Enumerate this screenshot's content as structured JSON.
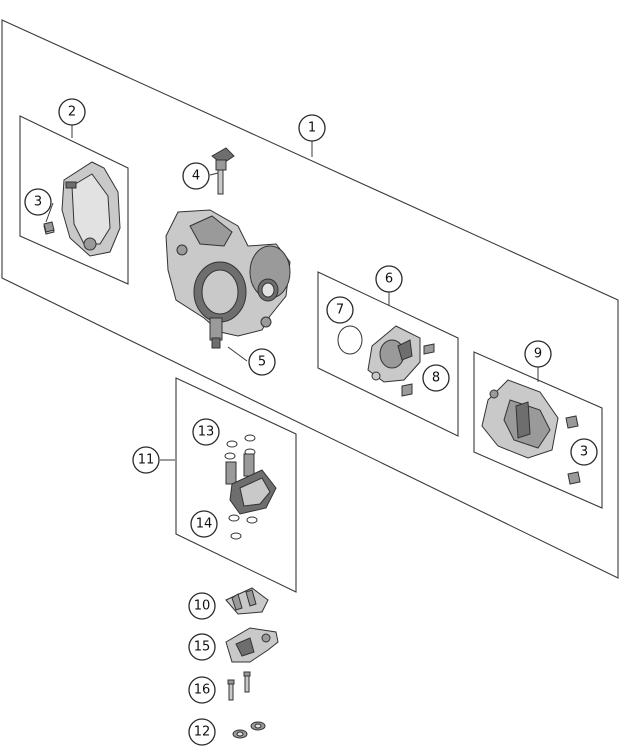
{
  "diagram": {
    "callouts": [
      {
        "id": "1",
        "label": "1"
      },
      {
        "id": "2",
        "label": "2"
      },
      {
        "id": "3a",
        "label": "3"
      },
      {
        "id": "4",
        "label": "4"
      },
      {
        "id": "5",
        "label": "5"
      },
      {
        "id": "6",
        "label": "6"
      },
      {
        "id": "7",
        "label": "7"
      },
      {
        "id": "8",
        "label": "8"
      },
      {
        "id": "9",
        "label": "9"
      },
      {
        "id": "3b",
        "label": "3"
      },
      {
        "id": "11",
        "label": "11"
      },
      {
        "id": "13",
        "label": "13"
      },
      {
        "id": "14",
        "label": "14"
      },
      {
        "id": "10",
        "label": "10"
      },
      {
        "id": "15",
        "label": "15"
      },
      {
        "id": "16",
        "label": "16"
      },
      {
        "id": "12",
        "label": "12"
      }
    ]
  }
}
